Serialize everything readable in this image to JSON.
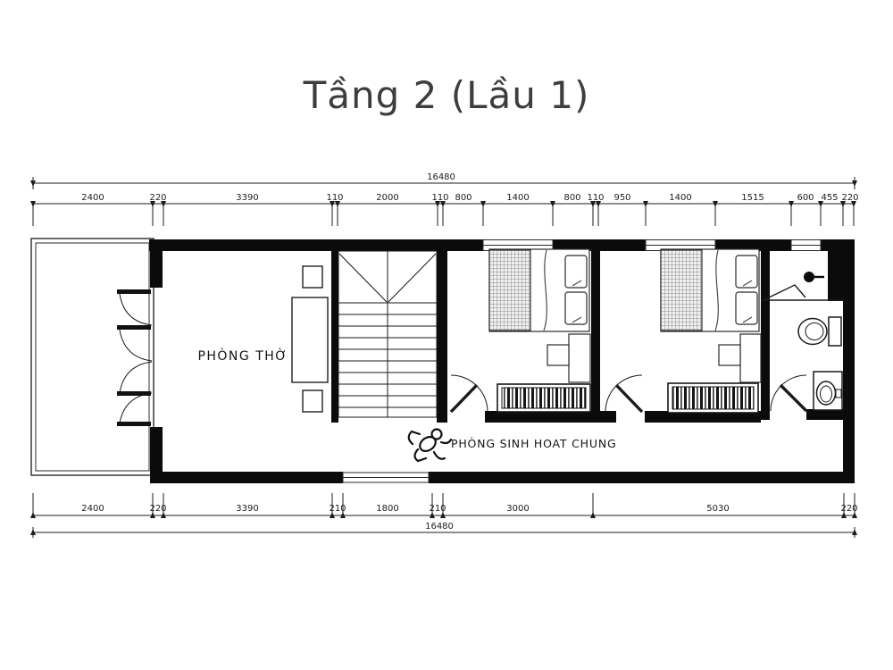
{
  "page": {
    "title": "Tầng 2 (Lầu 1)"
  },
  "plan": {
    "rooms": {
      "worship": "PHÒNG THỜ",
      "common": "PHÒNG SINH HOAT CHUNG"
    },
    "dimensions": {
      "top": {
        "total": "16480",
        "segments": [
          "2400",
          "220",
          "3390",
          "110",
          "2000",
          "110",
          "800",
          "1400",
          "800",
          "110",
          "950",
          "1400",
          "1515",
          "600",
          "455",
          "220"
        ]
      },
      "bottom": {
        "total": "16480",
        "segments": [
          "2400",
          "220",
          "3390",
          "210",
          "1800",
          "210",
          "3000",
          "5030",
          "220"
        ]
      }
    },
    "colors": {
      "wall": "#0b0b0b",
      "line": "#1a1a1a",
      "title": "#3d3d3d"
    }
  }
}
